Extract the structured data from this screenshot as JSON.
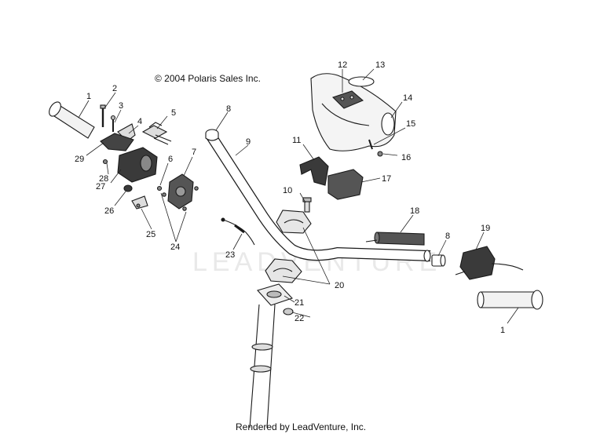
{
  "copyright": "© 2004 Polaris Sales Inc.",
  "footer": "Rendered by LeadVenture, Inc.",
  "watermark": "LEADVENTURE",
  "colors": {
    "ink": "#1a1a1a",
    "part_fill": "#f2f2f2",
    "dark_fill": "#3a3a3a",
    "background": "#ffffff"
  },
  "callouts": [
    {
      "id": "c1a",
      "label": "1"
    },
    {
      "id": "c1b",
      "label": "1"
    },
    {
      "id": "c2",
      "label": "2"
    },
    {
      "id": "c3",
      "label": "3"
    },
    {
      "id": "c4",
      "label": "4"
    },
    {
      "id": "c5",
      "label": "5"
    },
    {
      "id": "c6",
      "label": "6"
    },
    {
      "id": "c7",
      "label": "7"
    },
    {
      "id": "c8a",
      "label": "8"
    },
    {
      "id": "c8b",
      "label": "8"
    },
    {
      "id": "c9",
      "label": "9"
    },
    {
      "id": "c10",
      "label": "10"
    },
    {
      "id": "c11",
      "label": "11"
    },
    {
      "id": "c12",
      "label": "12"
    },
    {
      "id": "c13",
      "label": "13"
    },
    {
      "id": "c14",
      "label": "14"
    },
    {
      "id": "c15",
      "label": "15"
    },
    {
      "id": "c16",
      "label": "16"
    },
    {
      "id": "c17",
      "label": "17"
    },
    {
      "id": "c18",
      "label": "18"
    },
    {
      "id": "c19",
      "label": "19"
    },
    {
      "id": "c20",
      "label": "20"
    },
    {
      "id": "c21",
      "label": "21"
    },
    {
      "id": "c22",
      "label": "22"
    },
    {
      "id": "c23",
      "label": "23"
    },
    {
      "id": "c24",
      "label": "24"
    },
    {
      "id": "c25",
      "label": "25"
    },
    {
      "id": "c26",
      "label": "26"
    },
    {
      "id": "c27",
      "label": "27"
    },
    {
      "id": "c28",
      "label": "28"
    },
    {
      "id": "c29",
      "label": "29"
    }
  ]
}
